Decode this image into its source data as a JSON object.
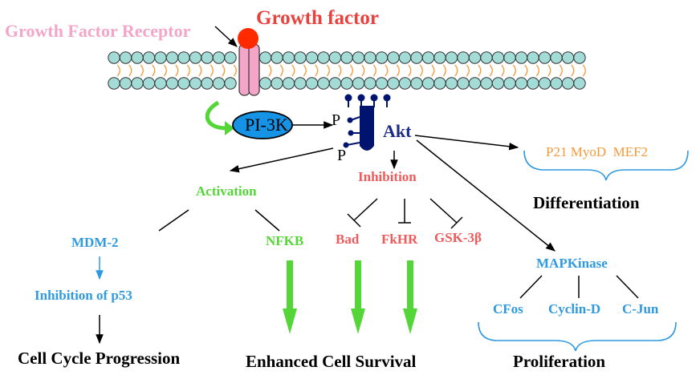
{
  "colors": {
    "pink": "#f4a6c8",
    "red": "#e8423f",
    "salmon": "#ee5b5b",
    "blue": "#2f9ae0",
    "green": "#55d638",
    "navy": "#1c2a86",
    "orange": "#f49a3a",
    "teal": "#a3dbd6",
    "dark_blue": "#00136e",
    "pi3k_fill": "#1793e6",
    "black": "#000000"
  },
  "labels": {
    "growth_factor_receptor": "Growth Factor Receptor",
    "growth_factor": "Growth factor",
    "pi3k": "PI-3K",
    "akt": "Akt",
    "p_top": "P",
    "p_bottom": "P",
    "activation": "Activation",
    "inhibition": "Inhibition",
    "mdm2": "MDM-2",
    "inhibition_p53": "Inhibition of p53",
    "nfkb": "NFKB",
    "bad": "Bad",
    "fkhr": "FkHR",
    "gsk3b": "GSK-3β",
    "differentiation_factors": "P21 MyoD  MEF2",
    "differentiation": "Differentiation",
    "mapkinase": "MAPKinase",
    "cfos": "CFos",
    "cyclin_d": "Cyclin-D",
    "c_jun": "C-Jun",
    "proliferation": "Proliferation",
    "cell_cycle_progression": "Cell Cycle Progression",
    "enhanced_cell_survival": "Enhanced Cell Survival"
  }
}
